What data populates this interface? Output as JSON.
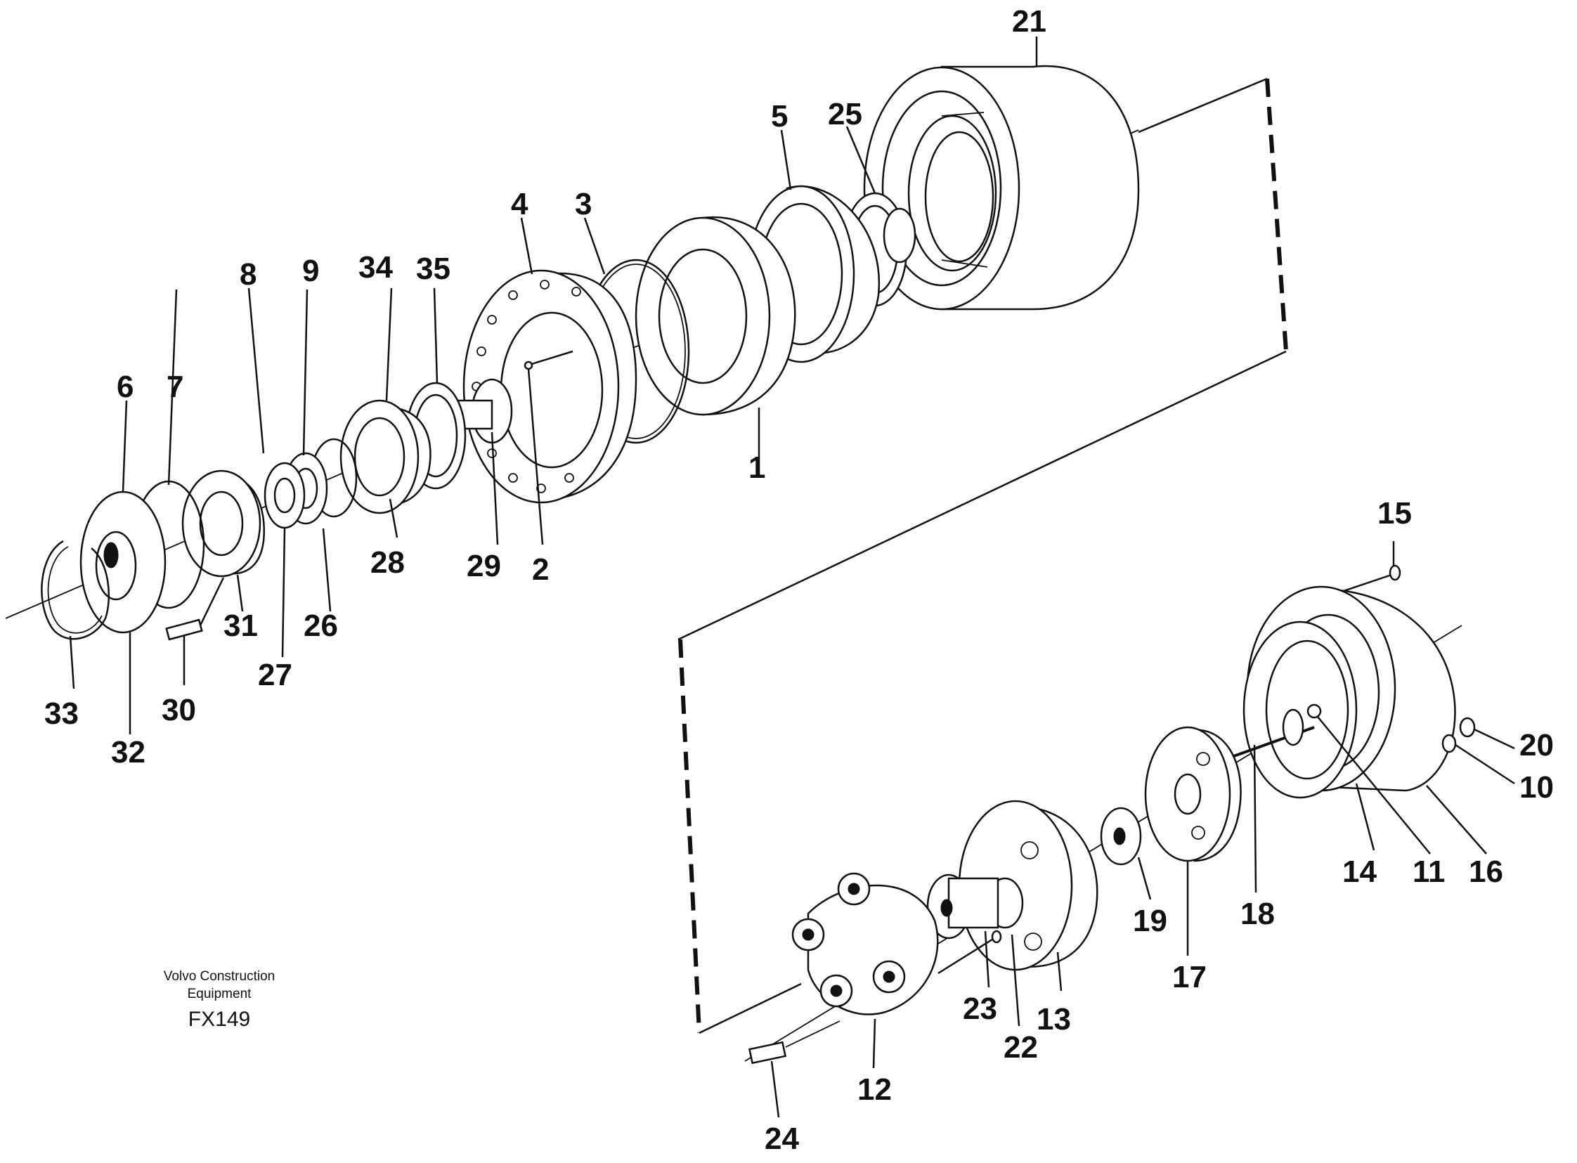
{
  "diagram": {
    "caption": {
      "company_line1": "Volvo Construction",
      "company_line2": "Equipment",
      "code": "FX149"
    },
    "callouts": [
      "1",
      "2",
      "3",
      "4",
      "5",
      "6",
      "7",
      "8",
      "9",
      "10",
      "11",
      "12",
      "13",
      "14",
      "15",
      "16",
      "17",
      "18",
      "19",
      "20",
      "21",
      "22",
      "23",
      "24",
      "25",
      "26",
      "27",
      "28",
      "29",
      "30",
      "31",
      "32",
      "33",
      "34",
      "35"
    ]
  }
}
